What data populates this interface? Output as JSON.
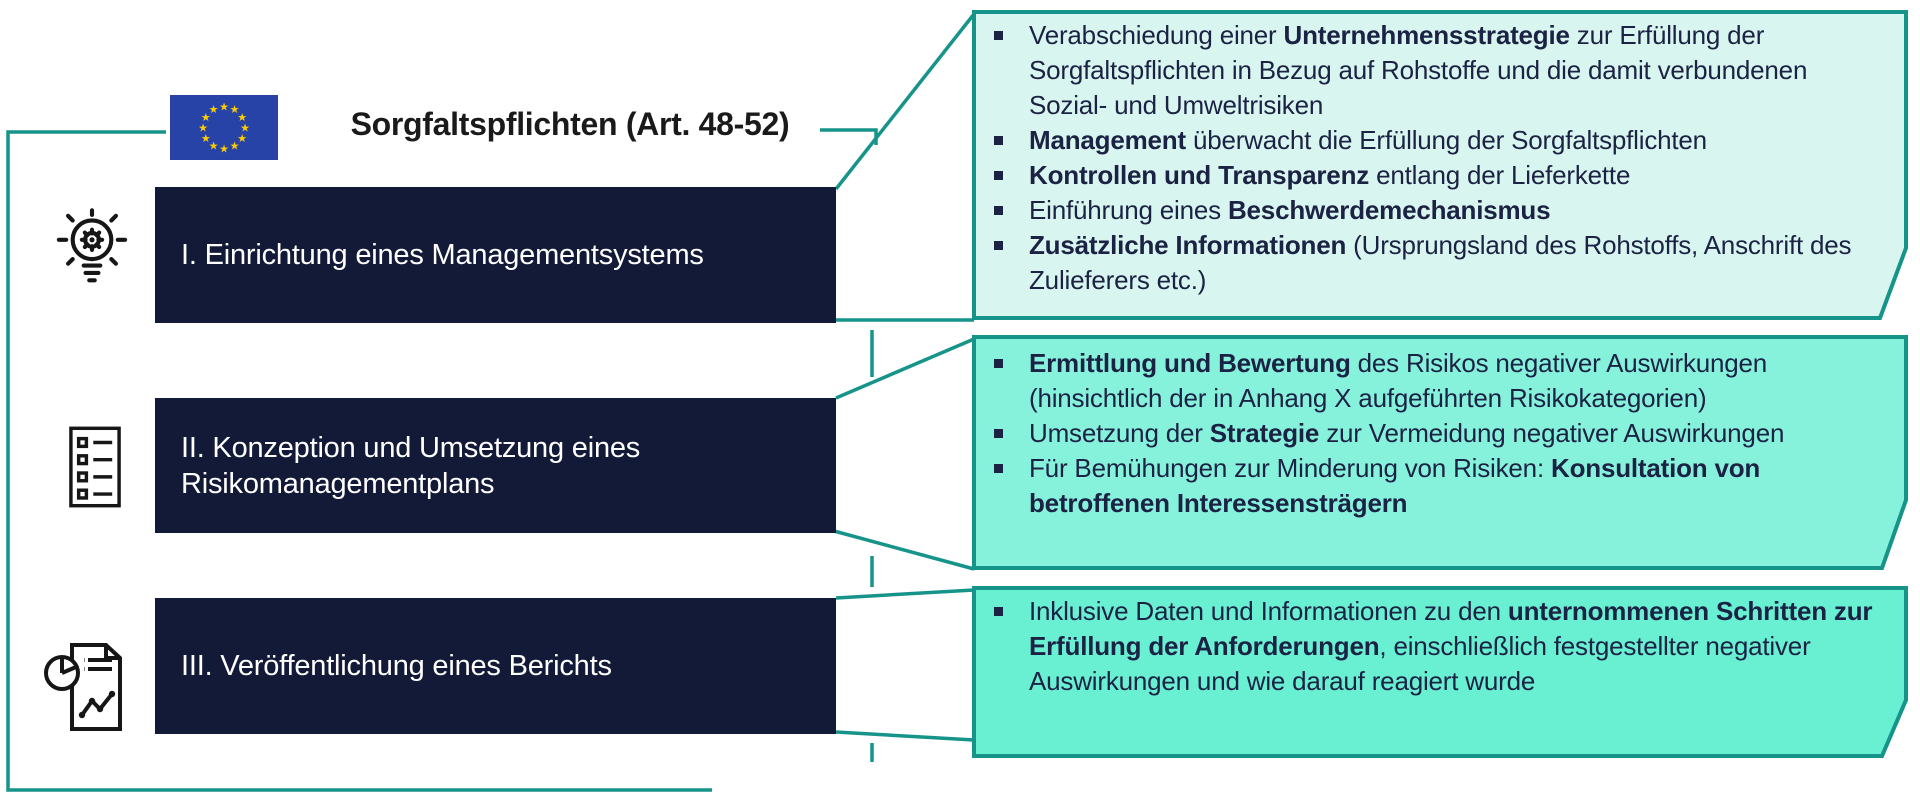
{
  "title": "Sorgfaltspflichten (Art. 48-52)",
  "eu_flag": {
    "stars": 12
  },
  "colors": {
    "accent_teal": "#17948A",
    "box_navy": "#131A38",
    "callout1_bg": "#D8F6EF",
    "callout2_bg": "#87F2DC",
    "callout3_bg": "#69EFD1",
    "flag_blue": "#2843A8",
    "star_gold": "#FFCC00",
    "text_dark": "#1B2244"
  },
  "steps": [
    {
      "label": "I. Einrichtung eines Managementsystems",
      "icon": "lightbulb-gear-icon"
    },
    {
      "label": "II. Konzeption und Umsetzung eines Risikomanagementplans",
      "icon": "checklist-icon"
    },
    {
      "label": "III. Veröffentlichung eines Berichts",
      "icon": "report-chart-icon"
    }
  ],
  "callouts": [
    {
      "bullets": [
        [
          {
            "t": "Verabschiedung einer ",
            "b": false
          },
          {
            "t": "Unternehmensstrategie",
            "b": true
          },
          {
            "t": " zur Erfüllung der Sorgfaltspflichten in Bezug auf Rohstoffe und die damit verbundenen Sozial- und Umweltrisiken",
            "b": false
          }
        ],
        [
          {
            "t": "Management",
            "b": true
          },
          {
            "t": " überwacht die Erfüllung der Sorgfaltspflichten",
            "b": false
          }
        ],
        [
          {
            "t": "Kontrollen und Transparenz",
            "b": true
          },
          {
            "t": " entlang der Lieferkette",
            "b": false
          }
        ],
        [
          {
            "t": "Einführung eines ",
            "b": false
          },
          {
            "t": "Beschwerdemechanismus",
            "b": true
          }
        ],
        [
          {
            "t": "Zusätzliche Informationen",
            "b": true
          },
          {
            "t": " (Ursprungsland des Rohstoffs, Anschrift des Zulieferers etc.)",
            "b": false
          }
        ]
      ]
    },
    {
      "bullets": [
        [
          {
            "t": "Ermittlung und Bewertung",
            "b": true
          },
          {
            "t": " des Risikos negativer Auswirkungen (hinsichtlich der in Anhang X aufgeführten Risikokategorien)",
            "b": false
          }
        ],
        [
          {
            "t": "Umsetzung der ",
            "b": false
          },
          {
            "t": "Strategie",
            "b": true
          },
          {
            "t": " zur Vermeidung negativer Auswirkungen",
            "b": false
          }
        ],
        [
          {
            "t": "Für Bemühungen zur Minderung von Risiken: ",
            "b": false
          },
          {
            "t": "Konsultation von betroffenen Interessensträgern",
            "b": true
          }
        ]
      ]
    },
    {
      "bullets": [
        [
          {
            "t": "Inklusive Daten und Informationen zu den ",
            "b": false
          },
          {
            "t": "unternommenen Schritten zur Erfüllung der Anforderungen",
            "b": true
          },
          {
            "t": ", einschließlich festgestellter negativer Auswirkungen und wie darauf reagiert wurde",
            "b": false
          }
        ]
      ]
    }
  ]
}
